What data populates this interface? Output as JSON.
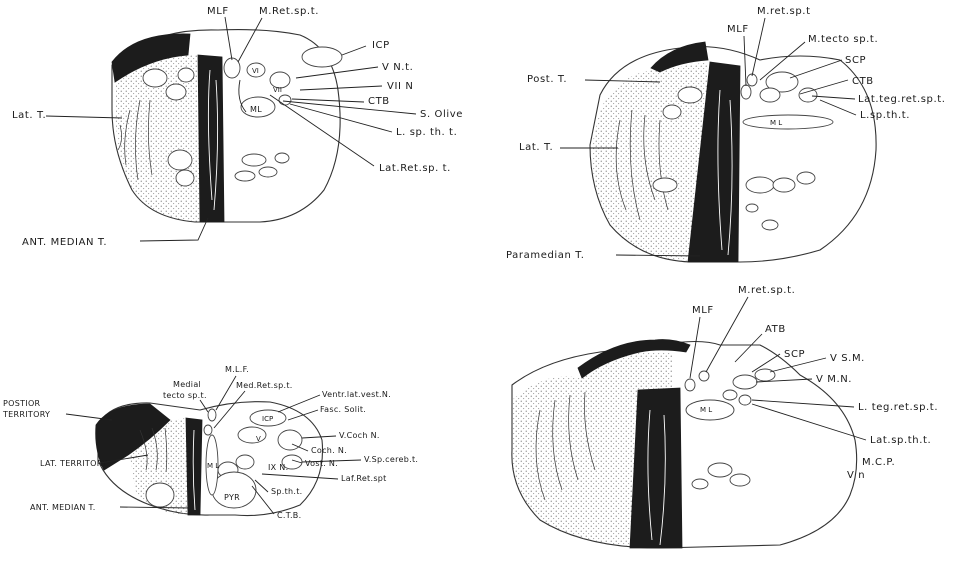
{
  "figure": {
    "panels": [
      {
        "id": "top-left",
        "labels": {
          "mlf": "MLF",
          "m_ret_sp_t": "M.Ret.sp.t.",
          "icp": "ICP",
          "v_n_t": "V N.t.",
          "vii_n": "VII N",
          "ctb": "CTB",
          "s_olive": "S. Olive",
          "l_sp_th_t": "L. sp. th. t.",
          "lat_ret_sp_t": "Lat.Ret.sp. t.",
          "lat_t": "Lat. T.",
          "ml": "ML",
          "vi": "VI",
          "vii": "VII",
          "ant_median_t": "ANT. MEDIAN T."
        }
      },
      {
        "id": "top-right",
        "labels": {
          "m_ret_sp_t": "M.ret.sp.t",
          "mlf": "MLF",
          "m_tecto_sp_t": "M.tecto sp.t.",
          "scp": "SCP",
          "ctb": "CTB",
          "post_t": "Post. T.",
          "lat_teg_ret_sp_t": "Lat.teg.ret.sp.t.",
          "l_sp_th_t": "L.sp.th.t.",
          "ml": "M L",
          "lat_t": "Lat. T.",
          "paramedian_t": "Paramedian T."
        }
      },
      {
        "id": "bottom-left",
        "labels": {
          "mlf": "M.L.F.",
          "medial": "Medial",
          "tecto_sp_t": "tecto sp.t.",
          "med_ret_sp_t": "Med.Ret.sp.t.",
          "ventr_lat_vest_n": "Ventr.lat.vest.N.",
          "postior_territory_1": "POSTIOR",
          "postior_territory_2": "TERRITORY",
          "fasc_solit": "Fasc. Solit.",
          "icp": "ICP",
          "v": "V",
          "v_coch_n": "V.Coch N.",
          "coch_n": "Coch. N.",
          "vost_n": "Vost. N.",
          "v_sp_cereb_t": "V.Sp.cereb.t.",
          "lat_territory": "LAT. TERRITORY",
          "ix_n": "IX N.",
          "laf_ret_spt": "Laf.Ret.spt",
          "m_l": "M L",
          "pyr": "PYR",
          "sp_th_t": "Sp.th.t.",
          "ant_median_t": "ANT. MEDIAN T.",
          "ctb": "C.T.B."
        }
      },
      {
        "id": "bottom-right",
        "labels": {
          "m_ret_sp_t": "M.ret.sp.t.",
          "mlf": "MLF",
          "atb": "ATB",
          "scp": "SCP",
          "v_sm": "V S.M.",
          "v_mn": "V M.N.",
          "ml": "M L",
          "l_teg_ret_sp_t": "L. teg.ret.sp.t.",
          "lat_sp_th_t": "Lat.sp.th.t.",
          "mcp": "M.C.P.",
          "vn": "V n"
        }
      }
    ]
  }
}
